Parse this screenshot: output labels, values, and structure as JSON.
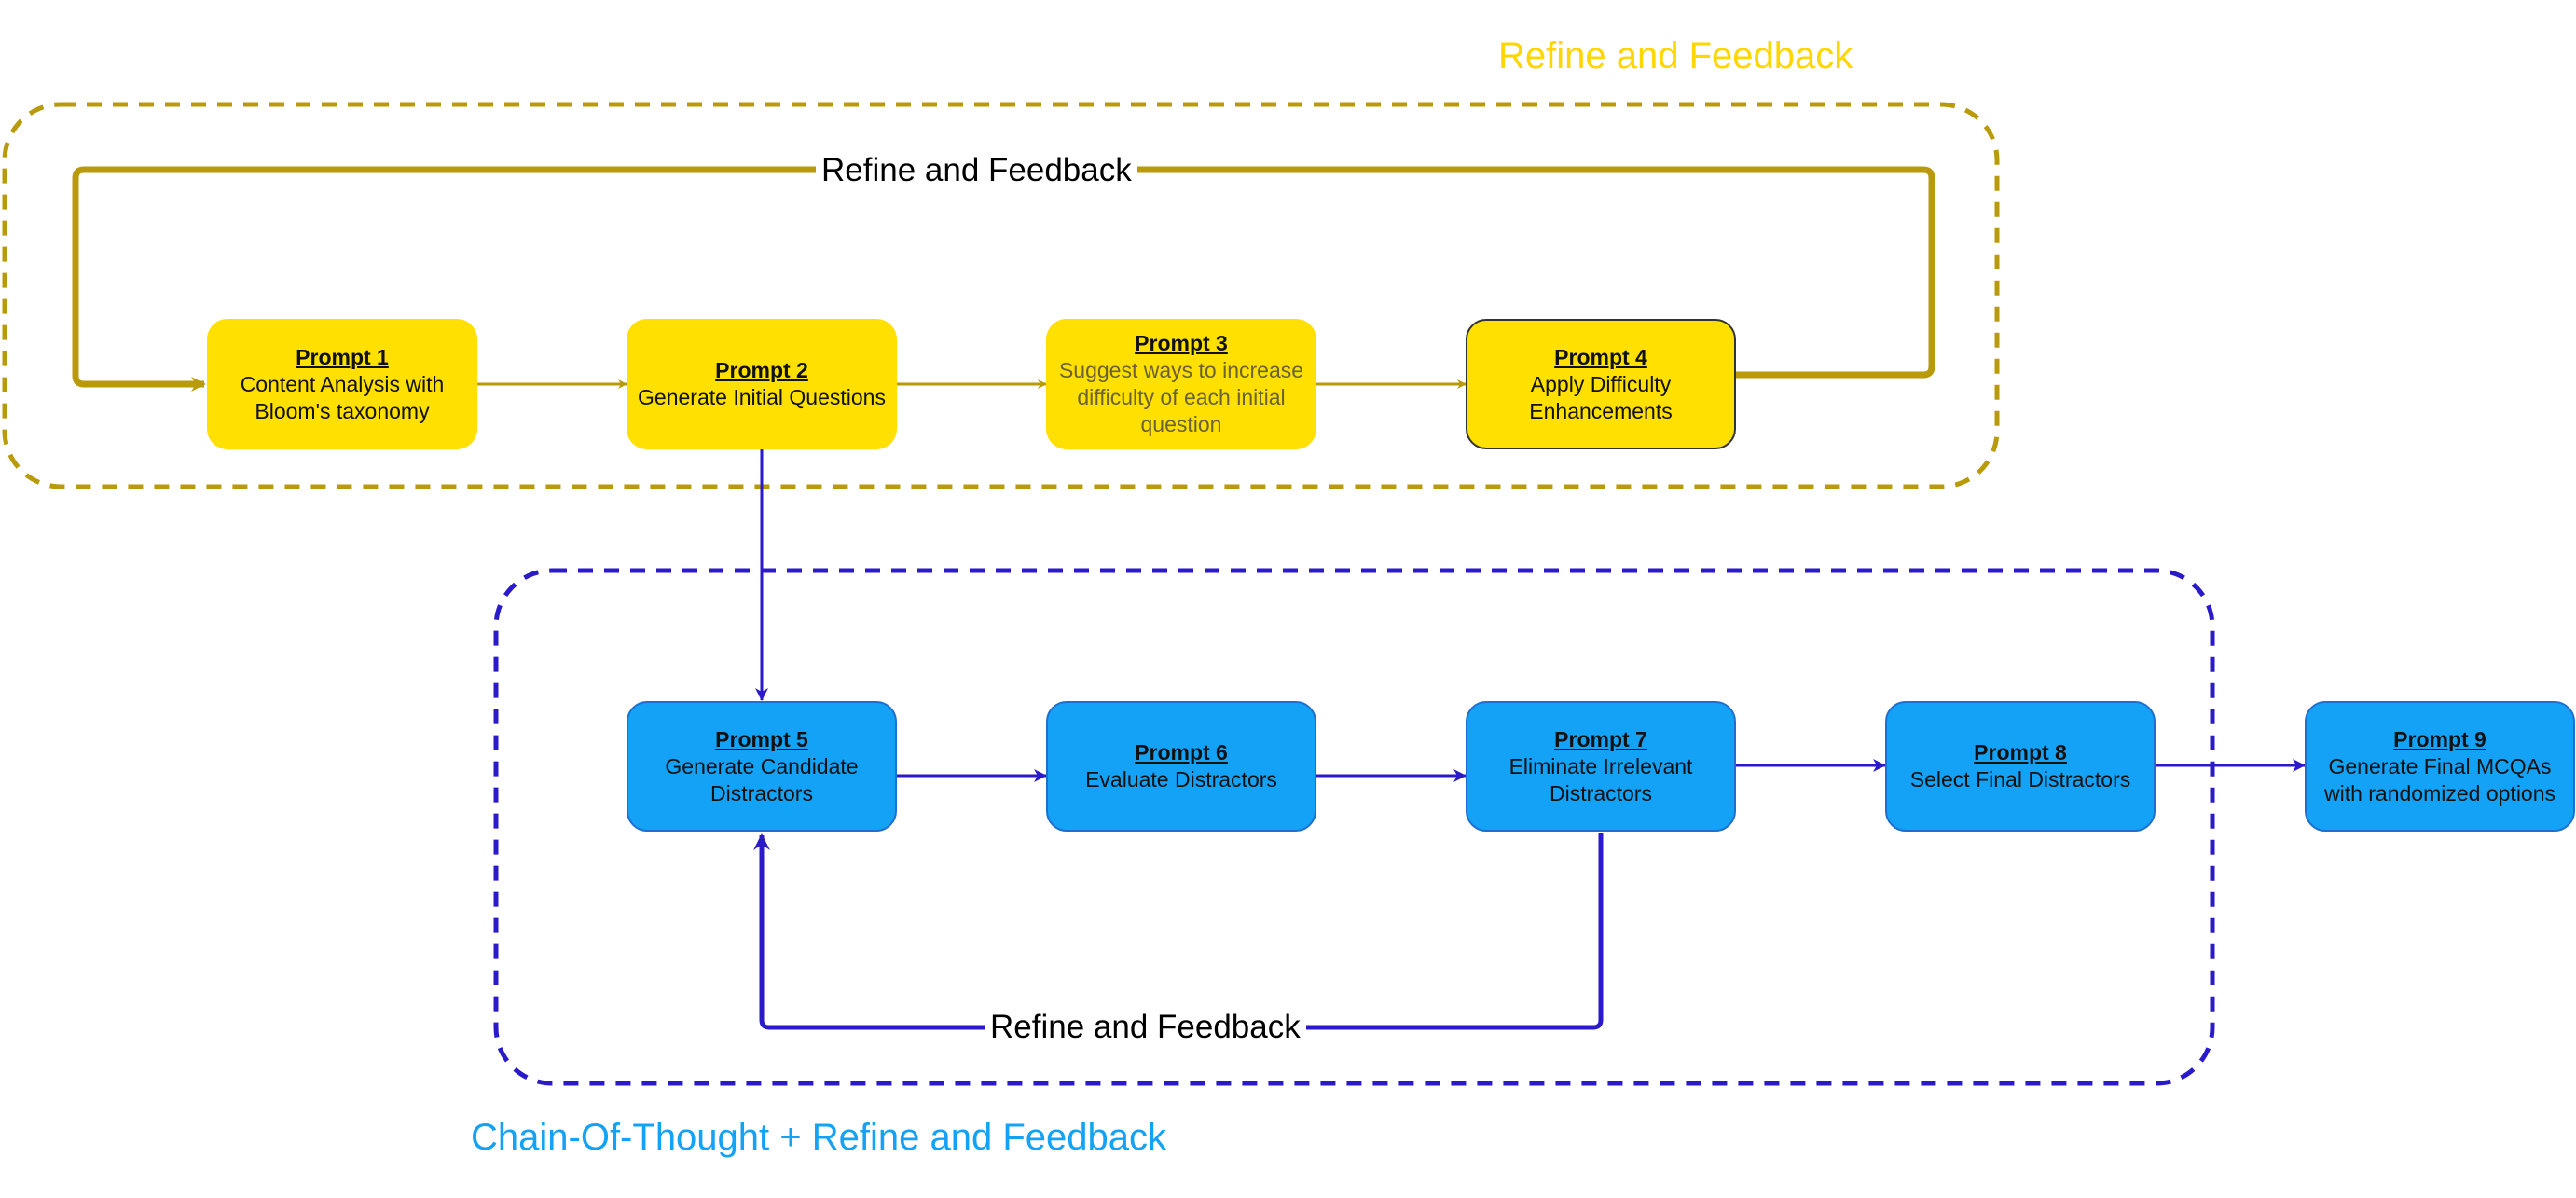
{
  "groups": {
    "top": {
      "title": "Refine and Feedback",
      "color": "#b89a0a",
      "title_color": "#ffd600"
    },
    "bottom": {
      "title": "Chain-Of-Thought + Refine and Feedback",
      "color": "#2a1ac9",
      "title_color": "#13a2f5"
    }
  },
  "loops": {
    "top": {
      "label": "Refine and Feedback"
    },
    "bottom": {
      "label": "Refine and Feedback"
    }
  },
  "nodes": [
    {
      "id": "p1",
      "title": "Prompt 1",
      "desc": "Content Analysis with Bloom's taxonomy"
    },
    {
      "id": "p2",
      "title": "Prompt 2",
      "desc": "Generate Initial Questions"
    },
    {
      "id": "p3",
      "title": "Prompt 3",
      "desc": "Suggest ways to increase difficulty of each initial question"
    },
    {
      "id": "p4",
      "title": "Prompt 4",
      "desc": "Apply Difficulty Enhancements"
    },
    {
      "id": "p5",
      "title": "Prompt 5",
      "desc": "Generate Candidate Distractors"
    },
    {
      "id": "p6",
      "title": "Prompt 6",
      "desc": "Evaluate Distractors"
    },
    {
      "id": "p7",
      "title": "Prompt 7",
      "desc": "Eliminate Irrelevant Distractors"
    },
    {
      "id": "p8",
      "title": "Prompt 8",
      "desc": "Select Final Distractors"
    },
    {
      "id": "p9",
      "title": "Prompt 9",
      "desc": "Generate Final MCQAs with randomized options"
    }
  ],
  "edges": [
    {
      "from": "Prompt 1",
      "to": "Prompt 2"
    },
    {
      "from": "Prompt 2",
      "to": "Prompt 3"
    },
    {
      "from": "Prompt 3",
      "to": "Prompt 4"
    },
    {
      "from": "Prompt 4",
      "to": "Prompt 1",
      "label": "Refine and Feedback"
    },
    {
      "from": "Prompt 2",
      "to": "Prompt 5"
    },
    {
      "from": "Prompt 5",
      "to": "Prompt 6"
    },
    {
      "from": "Prompt 6",
      "to": "Prompt 7"
    },
    {
      "from": "Prompt 7",
      "to": "Prompt 8"
    },
    {
      "from": "Prompt 8",
      "to": "Prompt 9"
    },
    {
      "from": "Prompt 7",
      "to": "Prompt 5",
      "label": "Refine and Feedback"
    }
  ]
}
